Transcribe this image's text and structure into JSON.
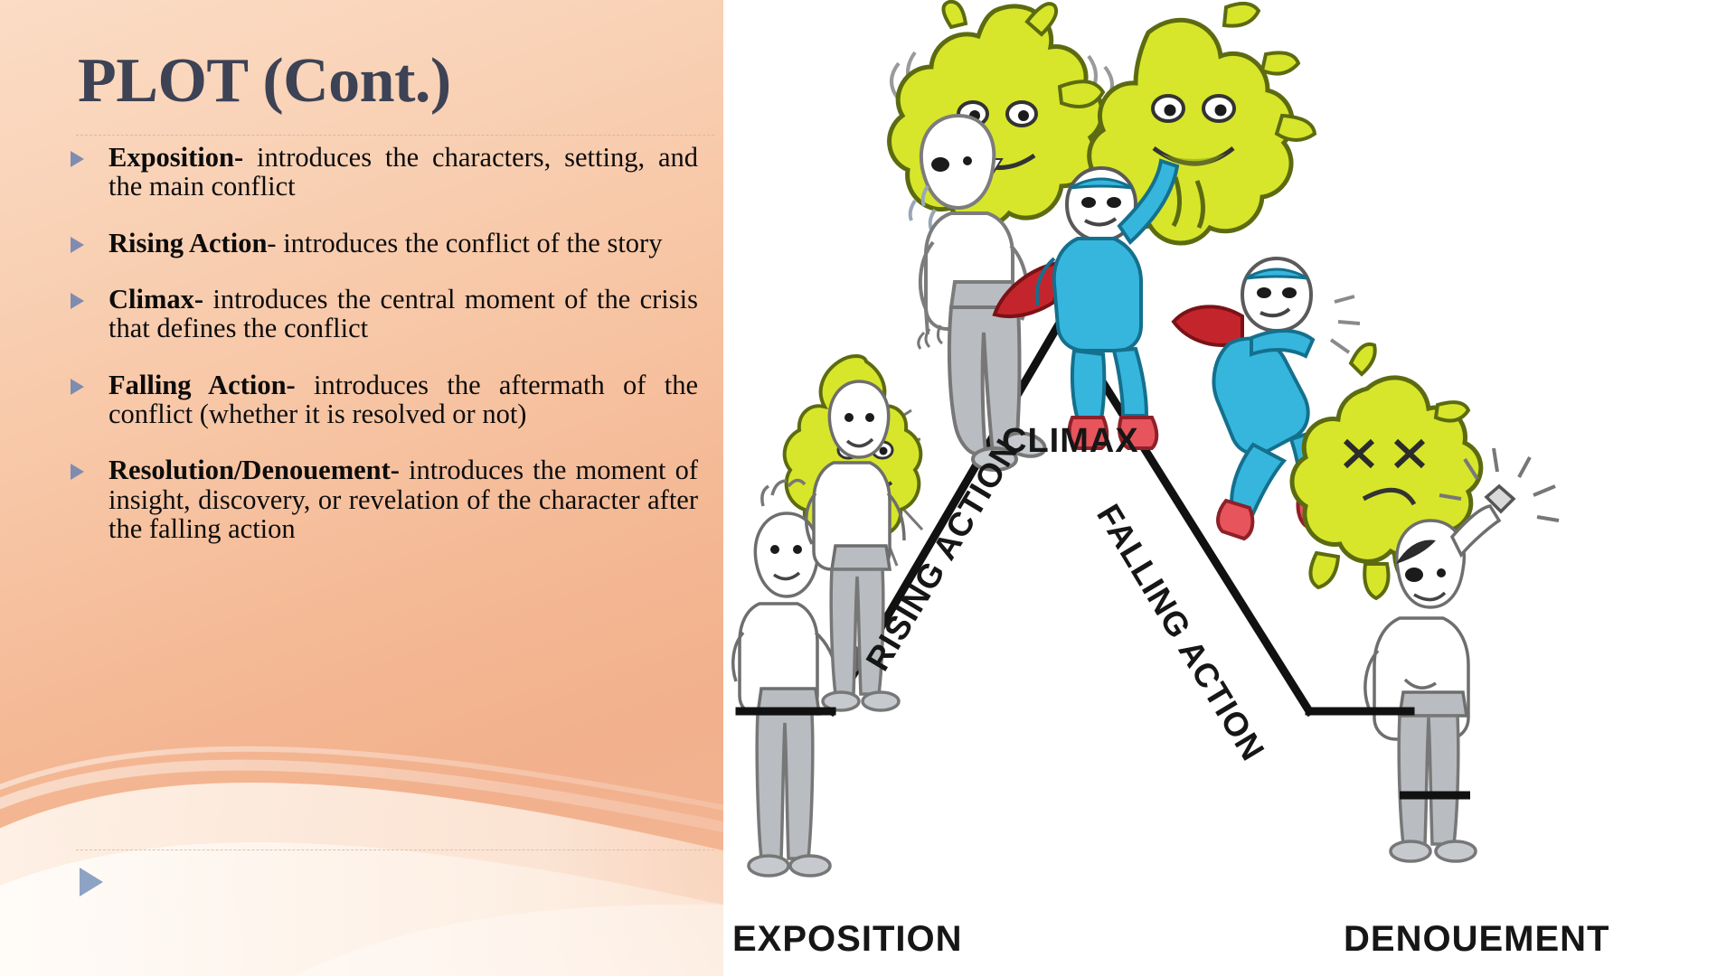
{
  "slide": {
    "title": "PLOT (Cont.)",
    "accent_color": "#3d4255",
    "bullet_marker_color": "#7f8cb0",
    "background_colors": [
      "#fbdcc4",
      "#f4b894",
      "#f2b08c"
    ],
    "bullets": [
      {
        "lead": "Exposition-",
        "body": "  introduces the characters, setting, and the main conflict"
      },
      {
        "lead": "Rising Action",
        "body": "- introduces the conflict of the story"
      },
      {
        "lead": "Climax-",
        "body": " introduces the central moment of the crisis that defines the conflict"
      },
      {
        "lead": "Falling    Action-",
        "body": "    introduces    the aftermath of the conflict (whether it is resolved   or not)"
      },
      {
        "lead": "Resolution/Denouement-",
        "body": "  introduces the moment of insight,  discovery, or revelation of the character after the falling action"
      }
    ]
  },
  "diagram": {
    "labels": {
      "exposition": "EXPOSITION",
      "rising_action": "RISING ACTION",
      "climax": "CLIMAX",
      "falling_action": "FALLING ACTION",
      "denouement": "DENOUEMENT"
    },
    "line_color": "#111111",
    "monster_color": "#d7e62a",
    "hero_suit_color": "#36b6dd",
    "hero_cape_color": "#c4252c",
    "hero_boot_color": "#e8545c",
    "figure_gray": "#b9bcc0"
  }
}
